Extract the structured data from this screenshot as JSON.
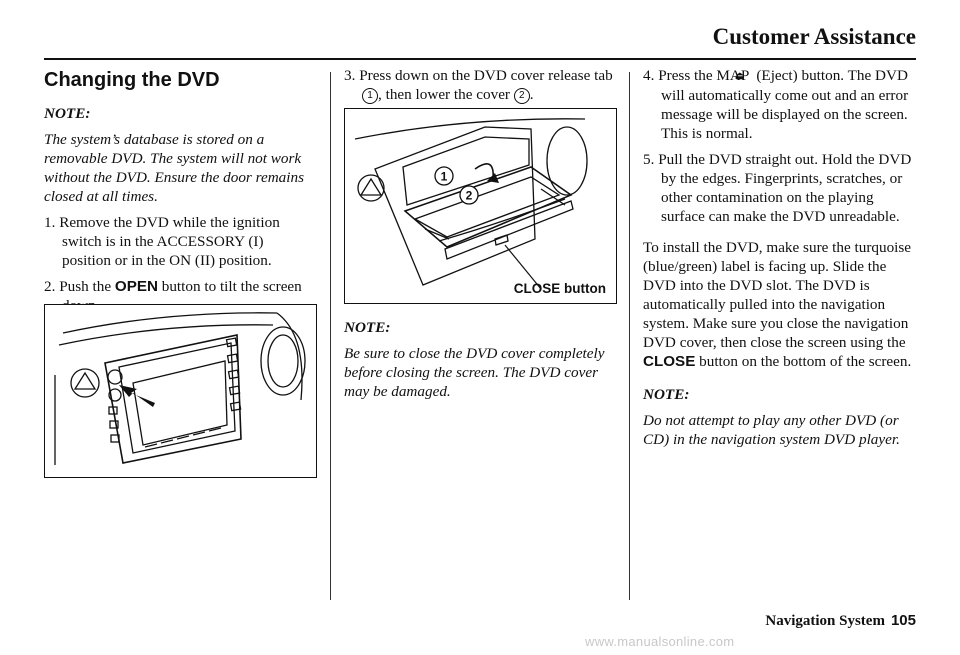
{
  "header": {
    "title": "Customer Assistance"
  },
  "col1": {
    "heading": "Changing the DVD",
    "note_label": "NOTE:",
    "note_text": "The system’s database is stored on a removable DVD. The system will not work without the DVD. Ensure the door remains closed at all times.",
    "step1": "1. Remove the DVD while the ignition switch is in the ACCESSORY (I) position or in the ON (II) position.",
    "step2_pre": "2. Push the ",
    "step2_btn": "OPEN",
    "step2_post": " button to tilt the screen down."
  },
  "col2": {
    "step3_a": "3. Press down on the DVD cover release tab ",
    "step3_num1": "1",
    "step3_b": ", then lower the cover ",
    "step3_num2": "2",
    "step3_c": ".",
    "fig_caption": "CLOSE button",
    "fig_callout1": "1",
    "fig_callout2": "2",
    "note_label": "NOTE:",
    "note_text": "Be sure to close the DVD cover completely before closing the screen. The DVD cover may be damaged."
  },
  "col3": {
    "step4_pre": "4. Press the MAP ",
    "step4_icon": "eject-icon",
    "step4_post": " (Eject) button. The DVD will automatically come out and an error message will be displayed on the screen. This is normal.",
    "step5": "5. Pull the DVD straight out. Hold the DVD by the edges. Fingerprints, scratches, or other contamination on the playing surface can make the DVD unreadable.",
    "install_pre": "To install the DVD, make sure the turquoise (blue/green) label is facing up. Slide the DVD into the DVD slot. The DVD is automatically pulled into the navigation system. Make sure you close the navigation DVD cover, then close the screen using the ",
    "install_btn": "CLOSE",
    "install_post": " button on the bottom of the screen.",
    "note_label": "NOTE:",
    "note_text": "Do not attempt to play any other DVD (or CD) in the navigation system DVD player."
  },
  "footer": {
    "label": "Navigation System",
    "page": "105"
  },
  "watermark": "www.manualsonline.com"
}
